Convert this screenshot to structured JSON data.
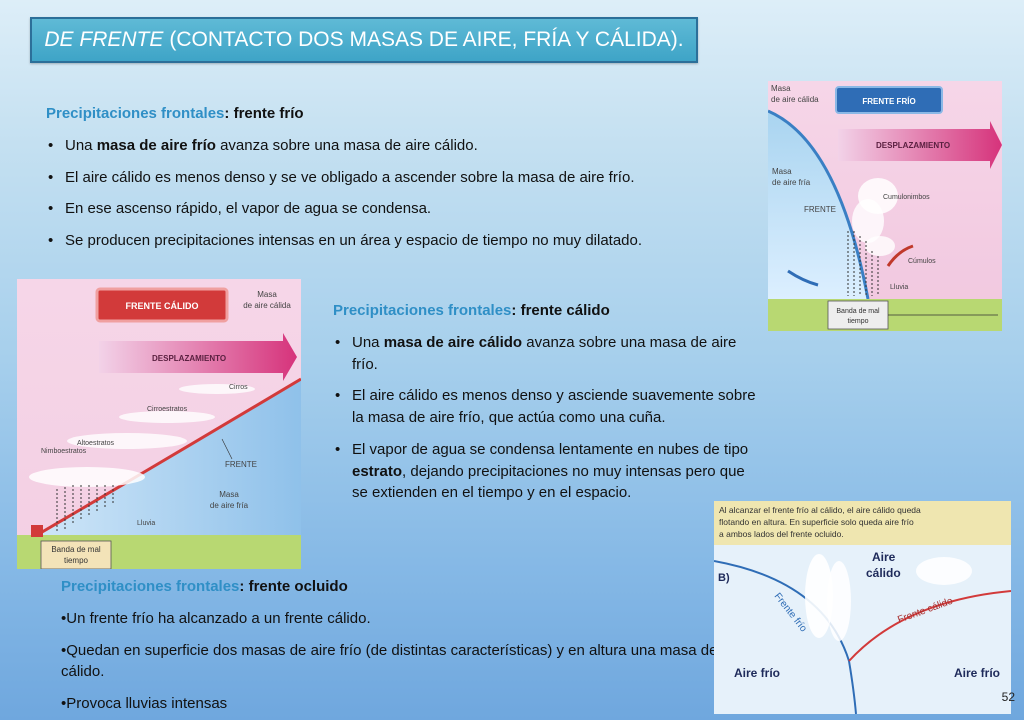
{
  "title": {
    "italic": "DE FRENTE",
    "rest": "(CONTACTO DOS MASAS DE AIRE, FRÍA Y CÁLIDA)."
  },
  "frio": {
    "heading_blue": "Precipitaciones frontales",
    "heading_black": ": frente frío",
    "b1_pre": "Una ",
    "b1_bold": "masa de aire frío",
    "b1_post": " avanza sobre una masa de aire cálido.",
    "b2": "El aire cálido es menos denso y se ve obligado a ascender sobre la masa de aire frío.",
    "b3": "En ese ascenso rápido, el vapor de agua se condensa.",
    "b4": "Se producen precipitaciones intensas en un área y espacio de tiempo no muy dilatado."
  },
  "calido": {
    "heading_blue": "Precipitaciones frontales",
    "heading_black": ": frente cálido",
    "b1_pre": "Una ",
    "b1_bold": "masa de aire cálido",
    "b1_post": " avanza sobre una masa de aire frío.",
    "b2": "El aire cálido es menos denso y asciende suavemente sobre la masa de aire frío, que actúa como una cuña.",
    "b3_pre": "El vapor de agua se condensa lentamente en nubes de tipo ",
    "b3_bold": "estrato",
    "b3_post": ", dejando precipitaciones no muy intensas pero que se extienden en el tiempo y en el espacio."
  },
  "ocluido": {
    "heading_blue": "Precipitaciones frontales",
    "heading_black": ": frente ocluido",
    "p1": "•Un frente frío ha alcanzado a un frente cálido.",
    "p2": "•Quedan en superficie dos masas de aire frío (de distintas características) y en altura una masa de aire cálido.",
    "p3": "•Provoca lluvias intensas"
  },
  "fig_frio": {
    "badge": "FRENTE FRÍO",
    "masa_calida_1": "Masa",
    "masa_calida_2": "de aire cálida",
    "desplazamiento": "DESPLAZAMIENTO",
    "masa_fria_1": "Masa",
    "masa_fria_2": "de aire fría",
    "frente": "FRENTE",
    "cumulonimbos": "Cumulonimbos",
    "cumulos": "Cúmulos",
    "lluvia": "Lluvia",
    "banda_1": "Banda de mal",
    "banda_2": "tiempo"
  },
  "fig_calido": {
    "badge": "FRENTE CÁLIDO",
    "masa_calida_1": "Masa",
    "masa_calida_2": "de aire cálida",
    "desplazamiento": "DESPLAZAMIENTO",
    "cirros": "Cirros",
    "cirroestratos": "Cirroestratos",
    "altoestratos": "Altoestratos",
    "nimboestratos": "Nimboestratos",
    "frente": "FRENTE",
    "masa_fria_1": "Masa",
    "masa_fria_2": "de aire fría",
    "lluvia": "Lluvia",
    "banda_1": "Banda de mal",
    "banda_2": "tiempo"
  },
  "fig_ocluido": {
    "caption_1": "Al alcanzar el frente frío al cálido, el aire cálido queda",
    "caption_2": "flotando en altura. En superficie solo queda aire frío",
    "caption_3": "a ambos lados del frente ocluido.",
    "label_b": "B)",
    "aire_calido_1": "Aire",
    "aire_calido_2": "cálido",
    "frente_frio": "Frente frío",
    "frente_calido": "Frente cálido",
    "aire_frio_left": "Aire frío",
    "aire_frio_right": "Aire frío"
  },
  "page_number": "52",
  "colors": {
    "title_bg": "#3ea4c7",
    "heading_blue": "#2f8fc6",
    "warm_front": "#d23a3a",
    "cold_front": "#3a7fc4"
  }
}
